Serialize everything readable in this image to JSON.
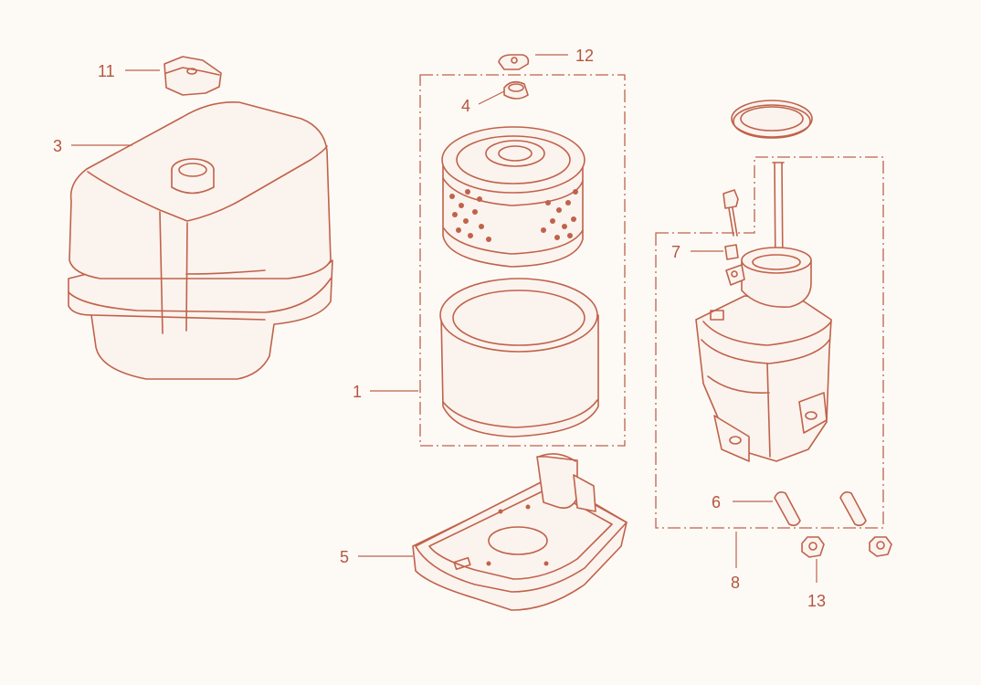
{
  "colors": {
    "line": "#c0624a",
    "background": "#fdfaf6",
    "label": "#b5553d"
  },
  "callouts": {
    "c1": "1",
    "c3": "3",
    "c4": "4",
    "c5": "5",
    "c6": "6",
    "c7": "7",
    "c8": "8",
    "c11": "11",
    "c12": "12",
    "c13": "13"
  }
}
